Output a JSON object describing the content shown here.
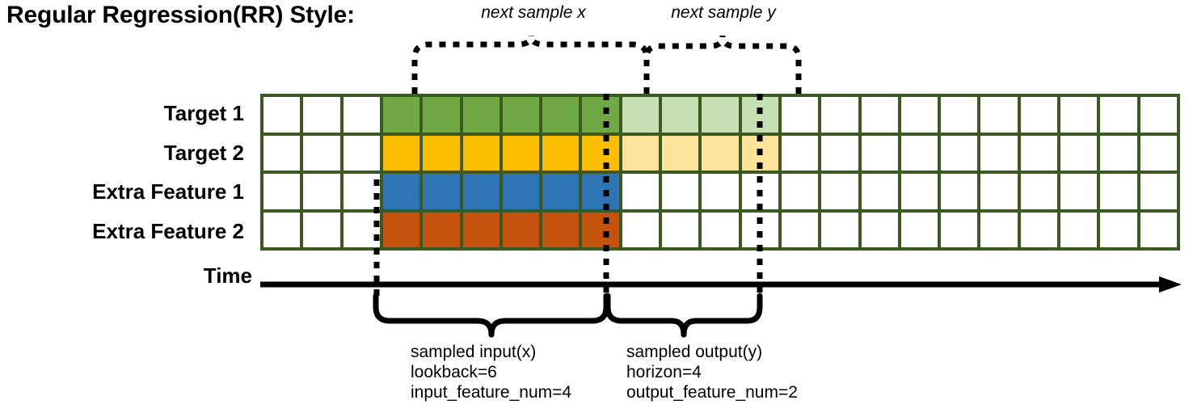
{
  "title": "Regular Regression(RR) Style:",
  "axis": {
    "time_label": "Time"
  },
  "rows": [
    {
      "label": "Target 1",
      "key": "target-1"
    },
    {
      "label": "Target 2",
      "key": "target-2"
    },
    {
      "label": "Extra Feature 1",
      "key": "extra-feature-1"
    },
    {
      "label": "Extra Feature 2",
      "key": "extra-feature-2"
    }
  ],
  "grid": {
    "columns": 23,
    "input_start_col": 4,
    "lookback": 6,
    "horizon": 4,
    "row_fill": [
      {
        "row": "Target 1",
        "solid_color": "#6FA845",
        "faded_color": "#C6E0B4",
        "solid_cols": [
          4,
          5,
          6,
          7,
          8,
          9
        ],
        "faded_cols": [
          10,
          11,
          12,
          13
        ]
      },
      {
        "row": "Target 2",
        "solid_color": "#FBBE00",
        "faded_color": "#FFE39B",
        "solid_cols": [
          4,
          5,
          6,
          7,
          8,
          9
        ],
        "faded_cols": [
          10,
          11,
          12,
          13
        ]
      },
      {
        "row": "Extra Feature 1",
        "solid_color": "#2E75B6",
        "faded_color": "",
        "solid_cols": [
          4,
          5,
          6,
          7,
          8,
          9
        ],
        "faded_cols": []
      },
      {
        "row": "Extra Feature 2",
        "solid_color": "#C5530E",
        "faded_color": "",
        "solid_cols": [
          4,
          5,
          6,
          7,
          8,
          9
        ],
        "faded_cols": []
      }
    ]
  },
  "annotations": {
    "top": [
      {
        "key": "next-sample-x",
        "text": "next sample x"
      },
      {
        "key": "next-sample-y",
        "text": "next sample y"
      }
    ],
    "bottom": [
      {
        "key": "sampled-input",
        "lines": [
          "sampled input(x)",
          "lookback=6",
          "input_feature_num=4"
        ]
      },
      {
        "key": "sampled-output",
        "lines": [
          "sampled output(y)",
          "horizon=4",
          "output_feature_num=2"
        ]
      }
    ]
  },
  "colors": {
    "grid_border": "#3b5a22",
    "target1_solid": "#6FA845",
    "target1_faded": "#C6E0B4",
    "target2_solid": "#FBBE00",
    "target2_faded": "#FFE39B",
    "feature1_solid": "#2E75B6",
    "feature2_solid": "#C5530E",
    "stroke": "#000000"
  }
}
